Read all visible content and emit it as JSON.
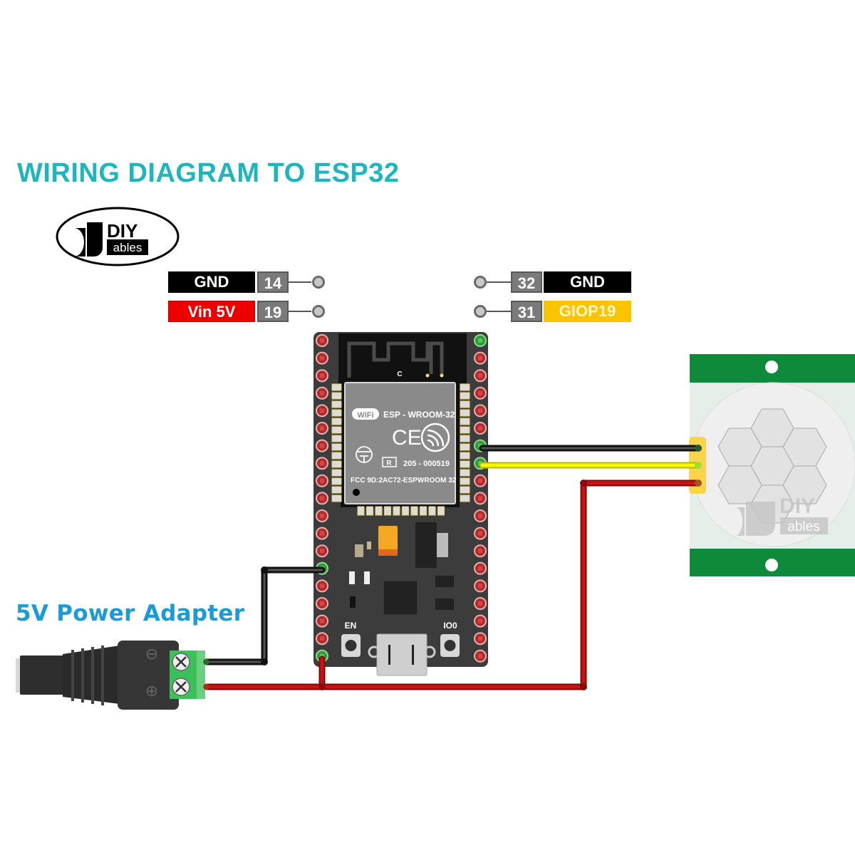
{
  "title": "WIRING DIAGRAM TO ESP32",
  "logo": {
    "top_text": "DIY",
    "bottom_text": "ables"
  },
  "legend": {
    "left": [
      {
        "label": "GND",
        "pin": "14",
        "color": "#000000"
      },
      {
        "label": "Vin 5V",
        "pin": "19",
        "color": "#ee0000"
      }
    ],
    "right": [
      {
        "label": "GND",
        "pin": "32",
        "color": "#000000"
      },
      {
        "label": "GIOP19",
        "pin": "31",
        "color": "#fbc400"
      }
    ]
  },
  "esp32": {
    "module_brand": "ESP - WROOM-32",
    "wifi_logo": "WiFi",
    "ce_mark": "CE",
    "reg_mark": "R",
    "cert_number": "205 - 000519",
    "fcc_id": "FCC 9D:2AC72-ESPWROOM 32",
    "antenna_label": "C",
    "button_en": "EN",
    "button_io0": "IO0"
  },
  "adapter": {
    "title": "5V Power Adapter",
    "minus_symbol": "⊖",
    "plus_symbol": "⊕"
  },
  "pir_sensor": {
    "watermark_top": "DIY",
    "watermark_bottom": "ables"
  },
  "wire_colors": {
    "gnd": "#222222",
    "signal": "#f2f200",
    "power": "#cc1111"
  }
}
